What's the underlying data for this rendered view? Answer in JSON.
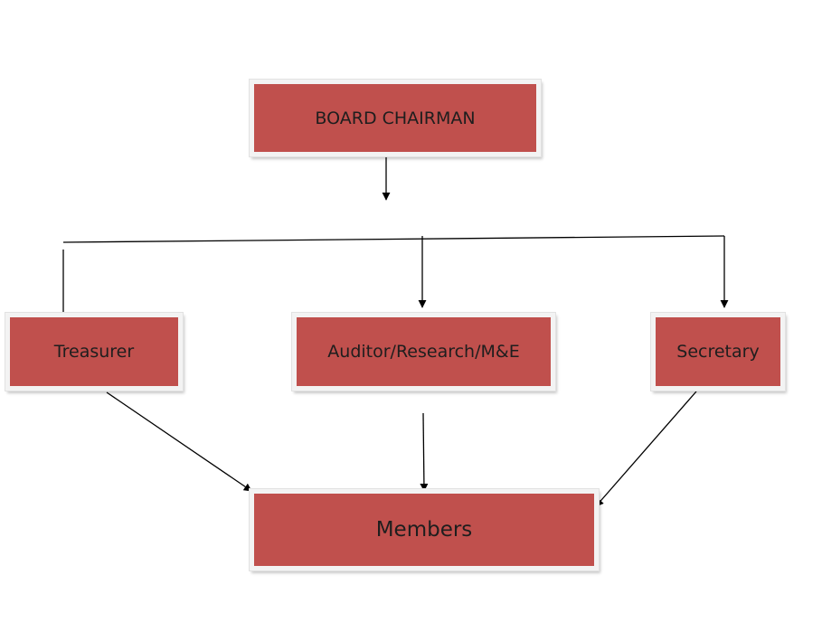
{
  "colors": {
    "box_fill": "#c0504d",
    "box_border": "#f3f3f3",
    "connector": "#000000"
  },
  "nodes": {
    "chairman": "BOARD CHAIRMAN",
    "treasurer": "Treasurer",
    "auditor": "Auditor/Research/M&E",
    "secretary": "Secretary",
    "members": "Members"
  }
}
